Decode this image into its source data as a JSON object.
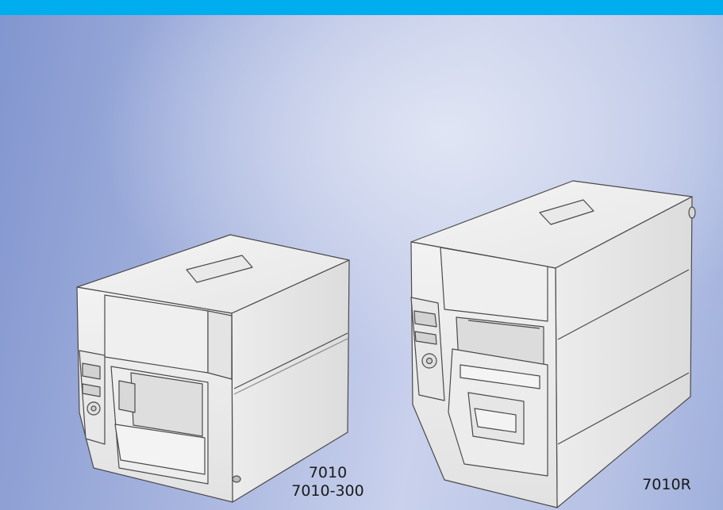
{
  "header": {
    "accent_color": "#00aeef"
  },
  "products": [
    {
      "name": "printer-7010",
      "labels": [
        "7010",
        "7010-300"
      ]
    },
    {
      "name": "printer-7010r",
      "labels": [
        "7010R"
      ]
    }
  ]
}
